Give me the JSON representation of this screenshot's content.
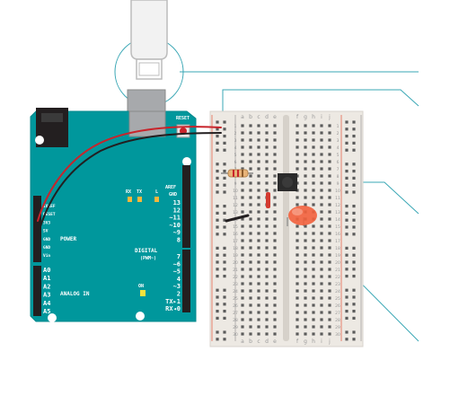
{
  "board": {
    "reset_label": "RESET",
    "aref_label": "AREF",
    "gnd_label": "GND",
    "digital_label": "DIGITAL",
    "pwm_label": "(PWM~)",
    "power_label": "POWER",
    "analog_label": "ANALOG IN",
    "on_label": "ON",
    "rx_label": "RX",
    "tx_label": "TX",
    "l_label": "L",
    "power_pins": [
      "IOREF",
      "RESET",
      "3V3",
      "5V",
      "GND",
      "GND",
      "Vin"
    ],
    "analog_pins": [
      "A0",
      "A1",
      "A2",
      "A3",
      "A4",
      "A5"
    ],
    "top_pins": [
      "13",
      "12",
      "~11",
      "~10",
      "~9",
      "8"
    ],
    "bottom_pins": [
      "7",
      "~6",
      "~5",
      "4",
      "~3",
      "2",
      "TX▸1",
      "RX◂0"
    ],
    "accent_color": "#00979C",
    "wire_red": "#c8242b",
    "wire_black": "#231f20",
    "led_color": "#f2603c"
  },
  "breadboard": {
    "col_letters_left": [
      "a",
      "b",
      "c",
      "d",
      "e"
    ],
    "col_letters_right": [
      "f",
      "g",
      "h",
      "i",
      "j"
    ],
    "row_count": 30
  }
}
